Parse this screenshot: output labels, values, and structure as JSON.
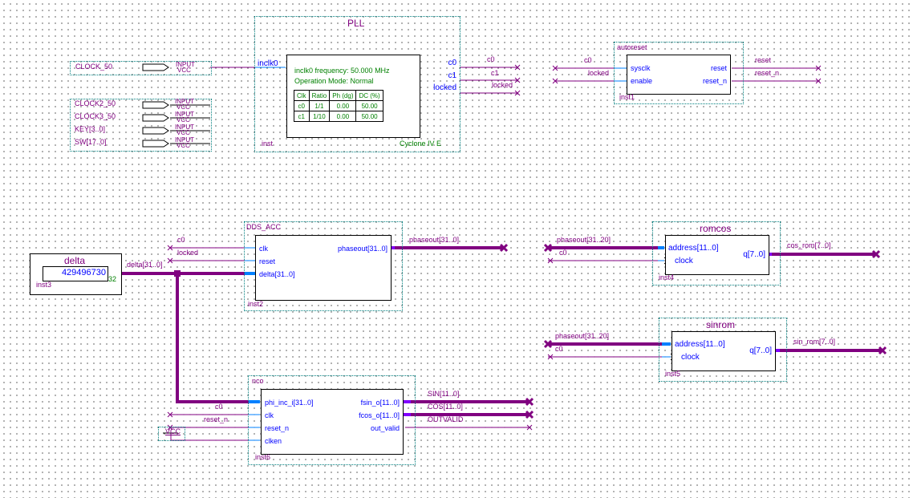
{
  "inputs": [
    {
      "name": "CLOCK_50",
      "type": "INPUT",
      "default": "VCC"
    },
    {
      "name": "CLOCK2_50",
      "type": "INPUT",
      "default": "VCC"
    },
    {
      "name": "CLOCK3_50",
      "type": "INPUT",
      "default": "VCC"
    },
    {
      "name": "KEY[3..0]",
      "type": "INPUT",
      "default": "VCC"
    },
    {
      "name": "SW[17..0]",
      "type": "INPUT",
      "default": "VCC"
    }
  ],
  "pll": {
    "title": "PLL",
    "inport": "inclk0",
    "outports": [
      "c0",
      "c1",
      "locked"
    ],
    "freq": "inclk0 frequency: 50.000 MHz",
    "mode": "Operation Mode: Normal",
    "table_headers": [
      "Clk",
      "Ratio",
      "Ph (dg)",
      "DC (%)"
    ],
    "table_rows": [
      [
        "c0",
        "1/1",
        "0.00",
        "50.00"
      ],
      [
        "c1",
        "1/10",
        "0.00",
        "50.00"
      ]
    ],
    "inst": "inst",
    "device": "Cyclone IV E",
    "out_nets": [
      "c0",
      "c1",
      "locked"
    ]
  },
  "autoreset": {
    "title": "autoreset",
    "in_ports": [
      "sysclk",
      "enable"
    ],
    "out_ports": [
      "reset",
      "reset_n"
    ],
    "in_nets": [
      "c0",
      "locked"
    ],
    "out_nets": [
      "reset",
      "reset_n"
    ],
    "inst": "inst1"
  },
  "delta": {
    "title": "delta",
    "value": "429496730",
    "width": "32",
    "inst": "inst3",
    "net": "delta[31..0]"
  },
  "dds_acc": {
    "title": "DDS_ACC",
    "in_ports": [
      "clk",
      "reset",
      "delta[31..0]"
    ],
    "out_port": "phaseout[31..0]",
    "in_nets": [
      "c0",
      "locked"
    ],
    "out_net": "phaseout[31..0]",
    "inst": "inst2"
  },
  "romcos": {
    "title": "romcos",
    "in_ports": [
      "address[11..0]",
      "clock"
    ],
    "out_port": "q[7..0]",
    "in_nets": [
      "phaseout[31..20]",
      "c0"
    ],
    "out_net": "cos_rom[7..0]",
    "inst": "inst4"
  },
  "sinrom": {
    "title": "sinrom",
    "in_ports": [
      "address[11..0]",
      "clock"
    ],
    "out_port": "q[7..0]",
    "in_nets": [
      "phaseout[31..20]",
      "c0"
    ],
    "out_net": "sin_rom[7..0]",
    "inst": "inst5"
  },
  "nco": {
    "title": "nco",
    "in_ports": [
      "phi_inc_i[31..0]",
      "clk",
      "reset_n",
      "clken"
    ],
    "out_ports": [
      "fsin_o[11..0]",
      "fcos_o[11..0]",
      "out_valid"
    ],
    "in_nets": [
      "c0",
      "reset_n"
    ],
    "out_nets": [
      "SIN[11..0]",
      "COS[11..0]",
      "OUTVALID"
    ],
    "vcc": "VCC",
    "inst": "inst6"
  }
}
